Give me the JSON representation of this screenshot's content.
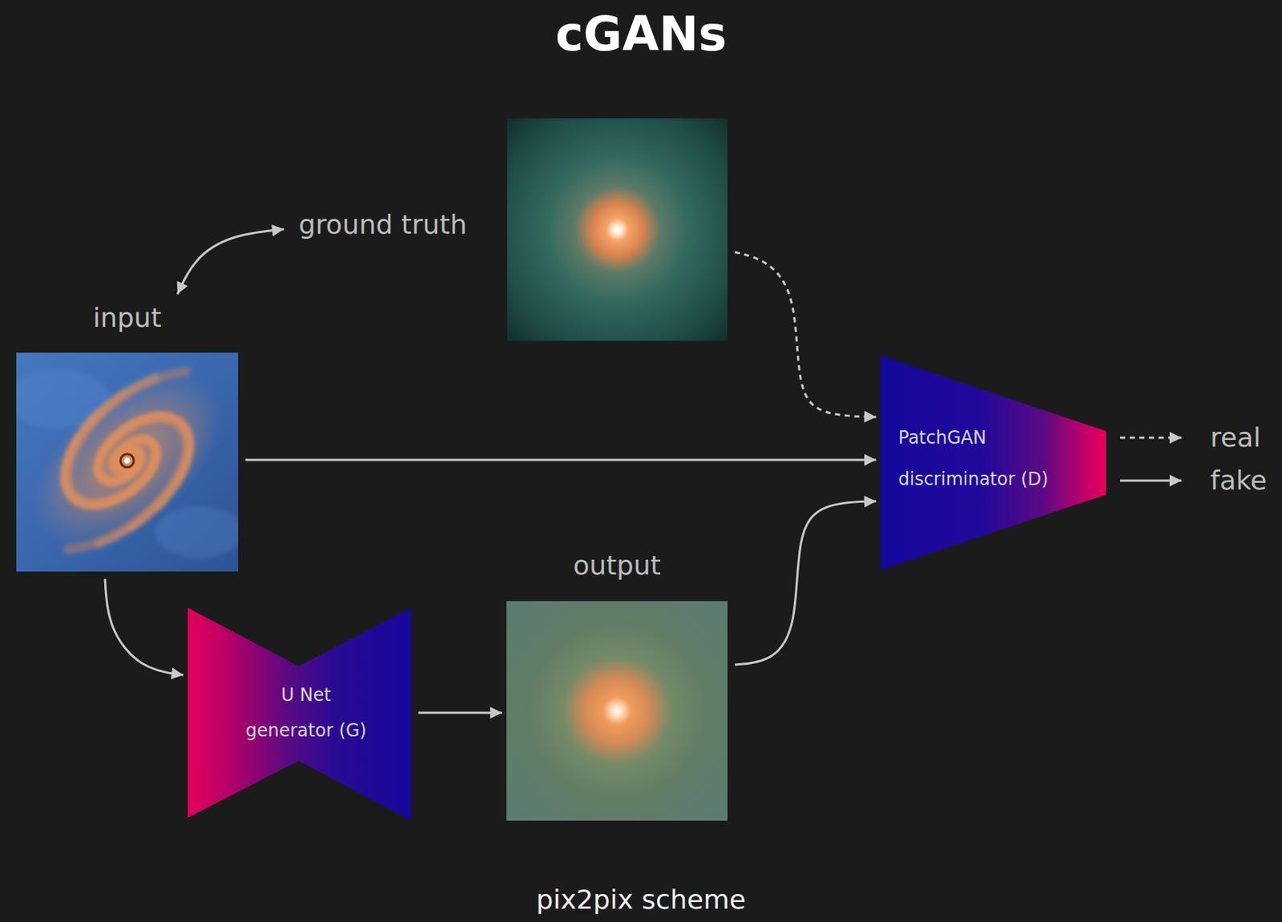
{
  "diagram": {
    "title": "cGANs",
    "caption": "pix2pix scheme",
    "nodes": [
      {
        "text": [
          "ground truth"
        ]
      },
      {
        "text": [
          "input"
        ]
      },
      {
        "text": [
          "PatchGAN discriminator (D)"
        ]
      },
      {
        "text": [
          "U Net generator (G)"
        ]
      },
      {
        "text": [
          "output"
        ]
      }
    ],
    "edges": [
      {
        "from": 0,
        "to": 2,
        "arrow": "to"
      },
      {
        "from": 1,
        "to": 2,
        "arrow": "to"
      },
      {
        "from": 1,
        "to": 3,
        "arrow": "to"
      },
      {
        "from": 3,
        "to": 4,
        "arrow": "to"
      },
      {
        "from": 4,
        "to": 2,
        "arrow": "to"
      },
      {
        "from": 1,
        "to": 0,
        "arrow": "both"
      }
    ],
    "labels": [
      "real",
      "fake"
    ]
  }
}
